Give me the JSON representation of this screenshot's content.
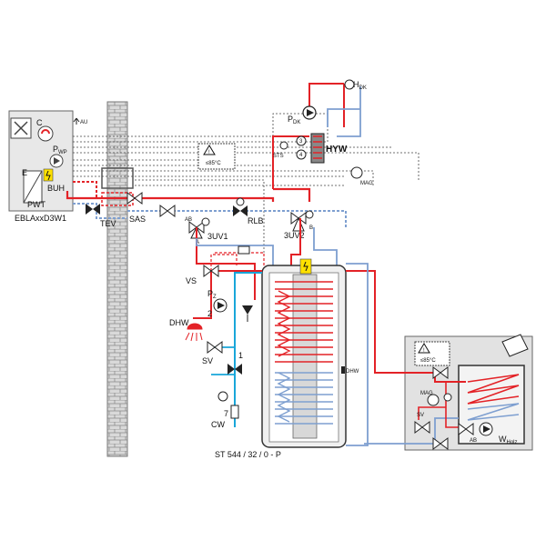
{
  "labels": {
    "au": "AU",
    "c": "C",
    "e": "E",
    "buh": "BUH",
    "pwp": "P",
    "pwp_sub": "WP",
    "pwt": "PWT",
    "unit": "EBLAxxD3W1",
    "tev": "TEV",
    "sas": "SAS",
    "v3uv1": "3UV1",
    "v3uv2": "3UV2",
    "rlb": "RLB",
    "hyw": "HYW",
    "sts": "STS",
    "h": "H",
    "h_sub": "DK",
    "pdk": "P",
    "pdk_sub": "DK",
    "mag": "MAG",
    "temp85": "≤85°C",
    "vs": "VS",
    "p2": "P",
    "p2_sub": "Z",
    "num2": "2",
    "num1": "1",
    "num7": "7",
    "num3": "3",
    "num4": "4",
    "dhw": "DHW",
    "sv": "SV",
    "cw": "CW",
    "model": "ST 544 / 32 / 0 - P",
    "dhw_small": "DHW",
    "mag2": "MAG",
    "sv2": "SV",
    "temp85b": "≤85°C",
    "wholz": "W",
    "wholz_sub": "Holz",
    "a": "A",
    "b": "B",
    "ab": "AB"
  },
  "colors": {
    "supply": "#e32227",
    "return": "#7e9fd0",
    "water": "#19a6d9",
    "wall": "#d5d5d5",
    "warning": "#ffe100"
  }
}
